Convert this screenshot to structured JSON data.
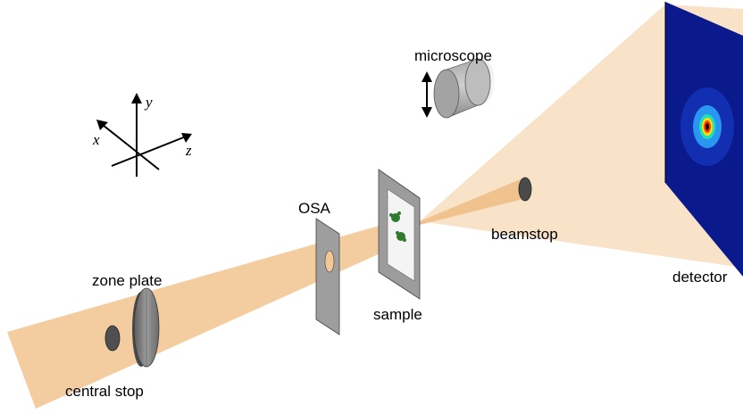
{
  "labels": {
    "microscope": "microscope",
    "osa": "OSA",
    "beamstop": "beamstop",
    "zone_plate": "zone plate",
    "sample": "sample",
    "detector": "detector",
    "central_stop": "central stop"
  },
  "axes": {
    "x": "x",
    "y": "y",
    "z": "z"
  },
  "colors": {
    "beam": "#f2c896",
    "beam_cone": "#f8e2c8",
    "metal_light": "#c8c8c8",
    "metal_dark": "#6e6e6e",
    "detector_bg": "#0a1a8c",
    "sample_feature": "#2f7a2f"
  }
}
